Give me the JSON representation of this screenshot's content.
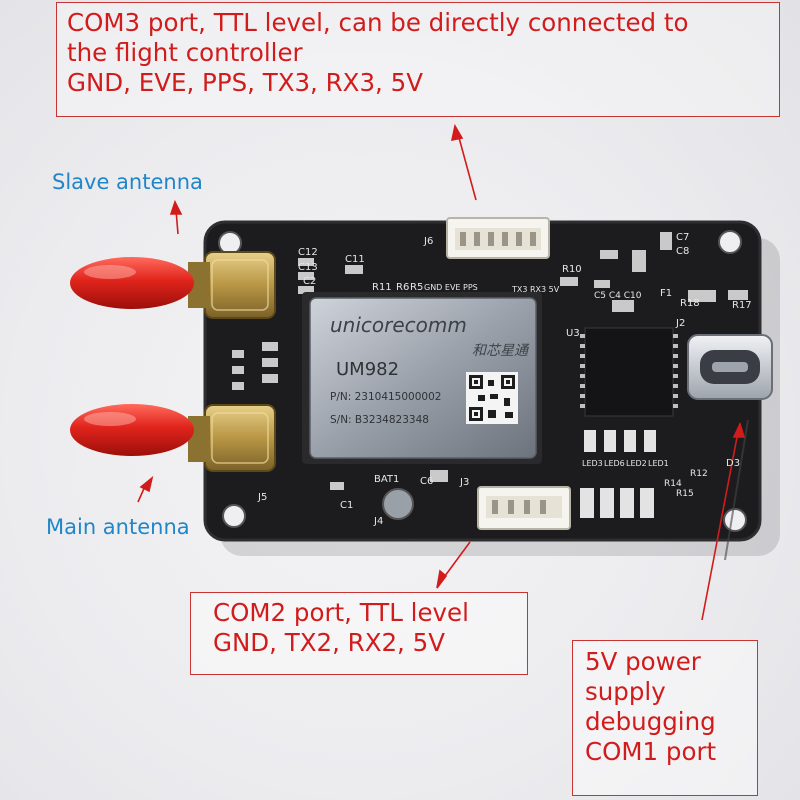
{
  "callouts": {
    "com3": {
      "lines": [
        "COM3 port, TTL level, can be directly connected to",
        "the flight controller",
        "GND, EVE, PPS, TX3, RX3, 5V"
      ]
    },
    "com2": {
      "lines": [
        "COM2 port, TTL level",
        "GND, TX2, RX2, 5V"
      ]
    },
    "power": {
      "lines": [
        "5V power",
        "supply",
        "debugging",
        "COM1 port"
      ]
    }
  },
  "antennas": {
    "slave": "Slave antenna",
    "main": "Main antenna"
  },
  "module": {
    "brand": "unicorecomm",
    "brand_cn": "和芯星通",
    "model": "UM982",
    "pn": "P/N: 2310415000002",
    "sn": "S/N: B3234823348"
  },
  "silkscreen": {
    "j6": "J6",
    "j3": "J3",
    "j4": "J4",
    "j5": "J5",
    "j2": "J2",
    "bat": "BAT1",
    "u3": "U3",
    "f1": "F1",
    "d3": "D3",
    "c12": "C12",
    "c13": "C13",
    "c2": "C2",
    "c11": "C11",
    "c7": "C7",
    "c8": "C8",
    "c6": "C6",
    "c1": "C1",
    "c5c4c10": "C5 C4 C10",
    "r11": "R11",
    "r6": "R6",
    "r5": "R5",
    "r10": "R10",
    "r17": "R17",
    "r18": "R18",
    "r14": "R14",
    "r15": "R15",
    "r12": "R12",
    "led1": "LED1",
    "led2": "LED2",
    "led3": "LED3",
    "led6": "LED6",
    "pins_top": "GND EVE PPS",
    "pins_top2": "TX3 RX3 5V"
  },
  "colors": {
    "callout_text": "#d21c1c",
    "callout_border": "#c83333",
    "antenna_label": "#1f86c8",
    "pcb": "#1c1c1e",
    "antenna_cap": "#e0241c"
  }
}
